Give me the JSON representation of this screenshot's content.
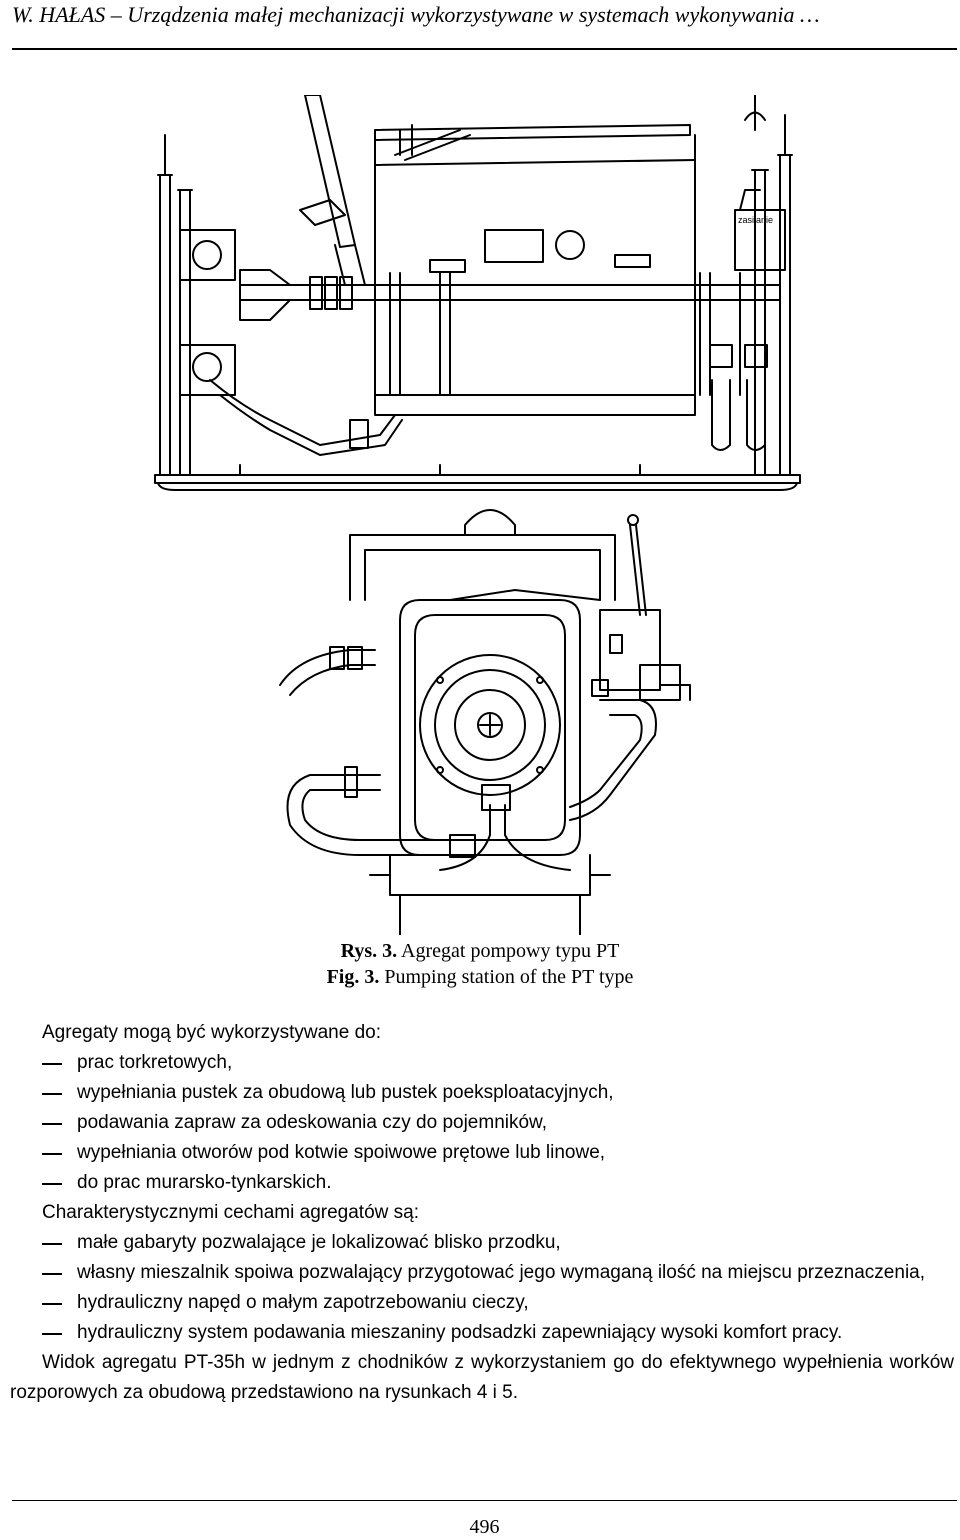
{
  "header": {
    "running_head": "W. HAŁAS – Urządzenia małej mechanizacji wykorzystywane w systemach wykonywania …"
  },
  "figure": {
    "label_zasilanie": "zasilanie",
    "caption_pl_label": "Rys. 3.",
    "caption_pl_text": " Agregat pompowy typu PT",
    "caption_en_label": "Fig. 3.",
    "caption_en_text": " Pumping station of the PT type"
  },
  "body": {
    "intro": "Agregaty mogą być wykorzystywane do:",
    "uses": [
      "prac torkretowych,",
      "wypełniania pustek za obudową lub pustek poeksploatacyjnych,",
      "podawania zapraw za odeskowania czy do pojemników,",
      "wypełniania otworów pod kotwie spoiwowe prętowe lub linowe,",
      "do prac murarsko-tynkarskich."
    ],
    "features_intro": "Charakterystycznymi cechami agregatów są:",
    "features": [
      "małe gabaryty pozwalające je lokalizować blisko przodku,",
      "własny mieszalnik spoiwa pozwalający przygotować jego wymaganą ilość na miejscu przeznaczenia,",
      "hydrauliczny napęd o małym zapotrzebowaniu cieczy,",
      "hydrauliczny system podawania mieszaniny podsadzki zapewniający wysoki komfort pracy."
    ],
    "closing": "Widok agregatu PT-35h w jednym z chodników z wykorzystaniem go do efektywnego wypełnienia worków rozporowych za obudową przedstawiono na rysunkach 4 i 5."
  },
  "footer": {
    "page_number": "496"
  }
}
